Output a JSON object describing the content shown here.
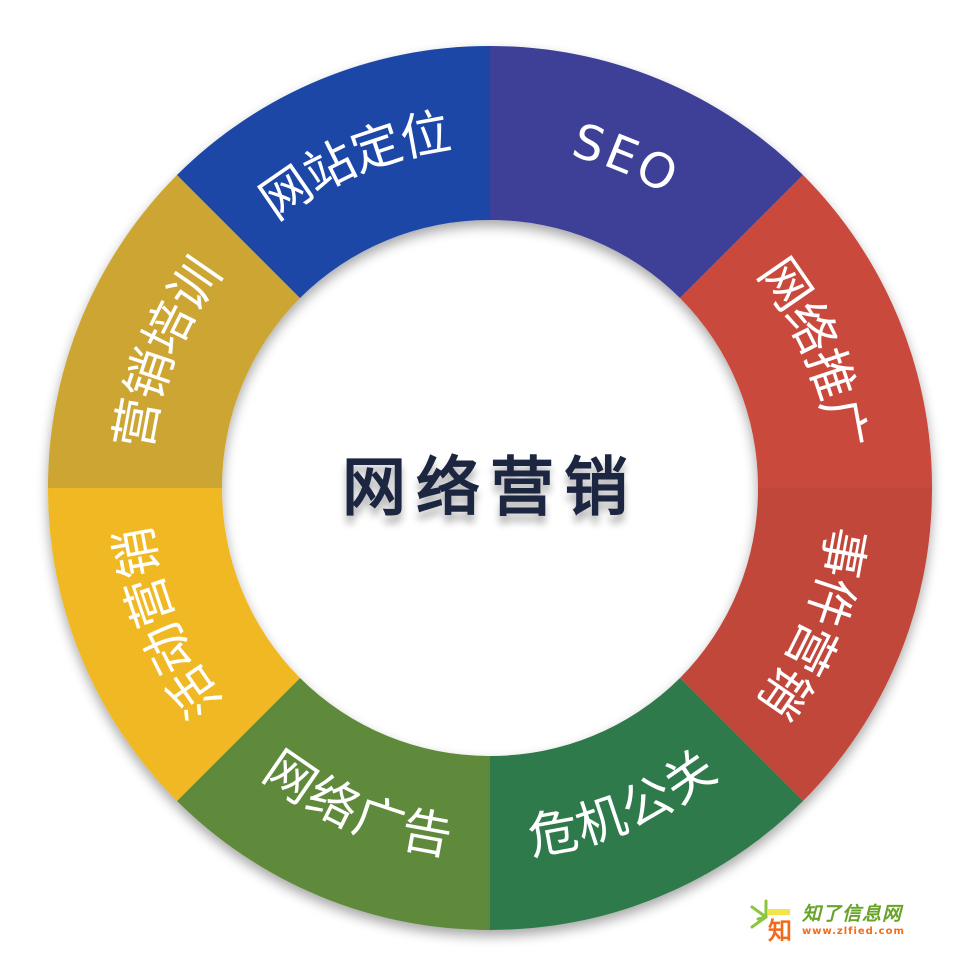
{
  "diagram": {
    "type": "segmented-ring",
    "center_title": "网络营销",
    "segments": [
      {
        "label": "SEO",
        "color": "#3d3f96"
      },
      {
        "label": "网络推广",
        "color": "#c94a3c"
      },
      {
        "label": "事件营销",
        "color": "#c1473a"
      },
      {
        "label": "危机公关",
        "color": "#2f7a4b"
      },
      {
        "label": "网络广告",
        "color": "#5f8a3a"
      },
      {
        "label": "活动营销",
        "color": "#f0b820"
      },
      {
        "label": "营销培训",
        "color": "#cda530"
      },
      {
        "label": "网站定位",
        "color": "#1f46a6"
      }
    ]
  },
  "watermark": {
    "name": "知了信息网",
    "url": "www.zlfied.com",
    "logo_char": "知",
    "colors": {
      "green": "#6aa32a",
      "orange": "#f26b1d"
    }
  }
}
